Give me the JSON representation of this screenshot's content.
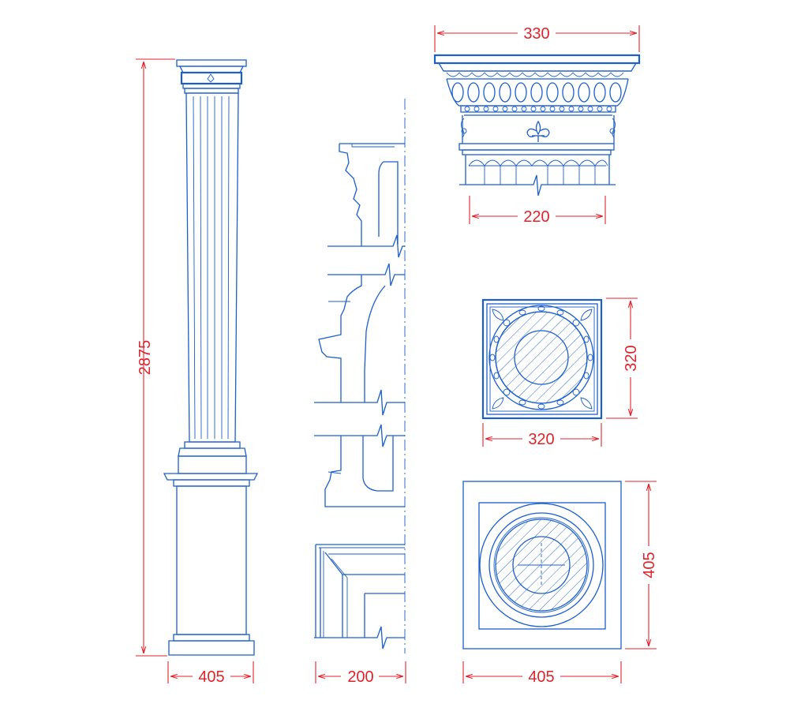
{
  "dimensions": {
    "column_height": "2875",
    "column_base_width": "405",
    "profile_width": "200",
    "capital_top_width": "330",
    "capital_neck_width": "220",
    "capital_plan_height": "320",
    "capital_plan_width": "320",
    "base_plan_height": "405",
    "base_plan_width": "405"
  },
  "colors": {
    "line": "#1a5fcc",
    "dimension": "#e0232b",
    "background": "#ffffff"
  }
}
